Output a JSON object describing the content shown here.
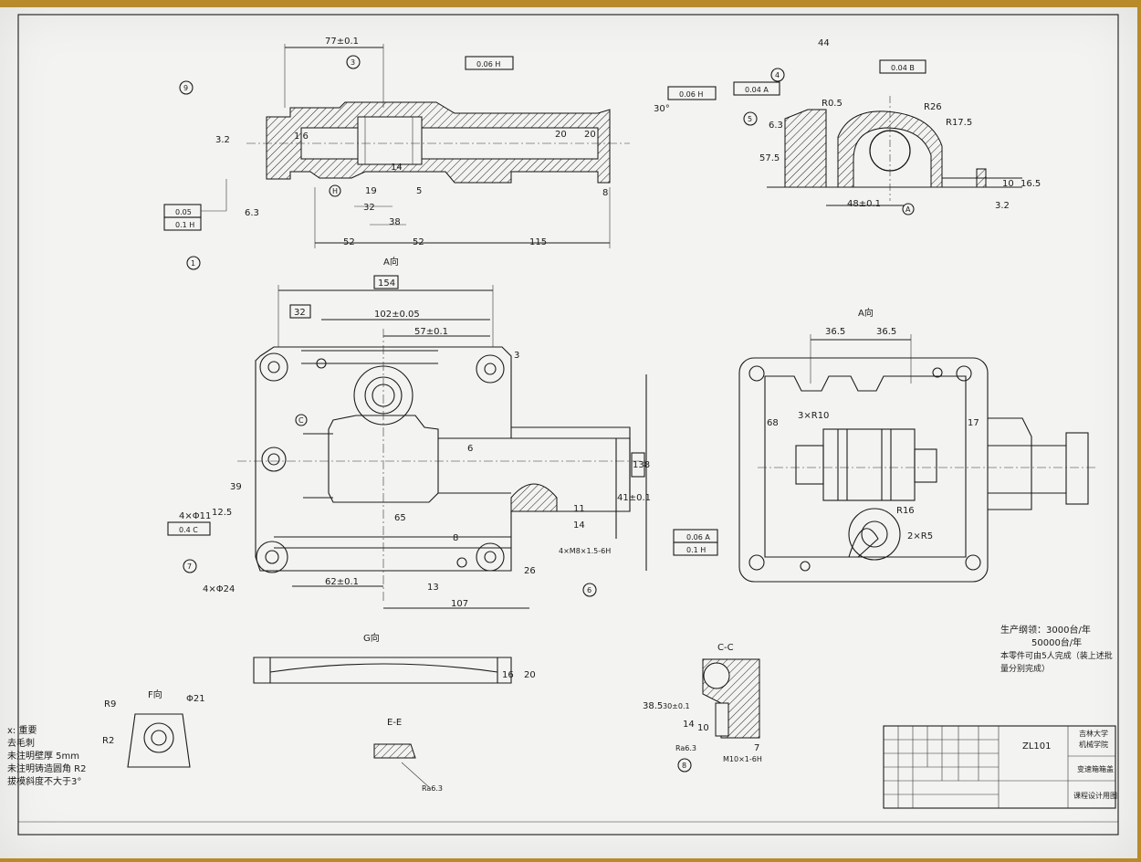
{
  "views": {
    "top_left_dims": [
      "77±0.1",
      "115",
      "52",
      "52",
      "32",
      "38",
      "19",
      "20",
      "20",
      "14",
      "5",
      "8",
      "30°",
      "3.2",
      "6.3",
      "1.6"
    ],
    "top_left_frames": {
      "gdt1": "0.06 H",
      "gdt2": "0.06 H",
      "flat": "0.05",
      "par": "0.1 H"
    },
    "top_right_dims": [
      "44",
      "R26",
      "R17.5",
      "R0.5",
      "48±0.1",
      "57.5",
      "16.5",
      "10",
      "3.2",
      "6.3"
    ],
    "top_right_frames": {
      "gdt1": "0.04 A",
      "gdt2": "0.04 B"
    },
    "main_label": "A向",
    "main_dims": [
      "154",
      "32",
      "102±0.05",
      "57±0.1",
      "3",
      "138",
      "41±0.1",
      "65",
      "39",
      "12.5",
      "62±0.1",
      "107",
      "13",
      "26",
      "8",
      "6",
      "11",
      "14",
      "4×M8×1.5-6H",
      "4×Φ11",
      "4×Φ24"
    ],
    "main_frames": {
      "pos": "0.4 C",
      "right1": "0.06 A",
      "right2": "0.1 H"
    },
    "right_label": "A向",
    "right_dims": [
      "36.5",
      "36.5",
      "68",
      "17",
      "3×R10",
      "R16",
      "2×R5"
    ],
    "gview_label": "G向",
    "gview_dims": [
      "16",
      "20"
    ],
    "fview_label": "F向",
    "fview_dims": [
      "R9",
      "R2",
      "Φ21"
    ],
    "ee_label": "E-E",
    "ee_dims": [
      "Ra6.3"
    ],
    "cc_label": "C-C",
    "cc_dims": [
      "38.5",
      "30±0.1",
      "14",
      "10",
      "7",
      "M10×1-6H",
      "Ra6.3"
    ],
    "callouts": [
      "9",
      "3",
      "1",
      "4",
      "5",
      "7",
      "6",
      "8",
      "H",
      "A",
      "C"
    ]
  },
  "production": {
    "line1": "生产纲领：3000台/年",
    "line2": "50000台/年",
    "line3": "本零件可由5人完成（装上述批",
    "line4": "量分别完成）"
  },
  "tech_notes": {
    "l1": "x: 重要",
    "l2": "去毛刺",
    "l3": "未注明壁厚 5mm",
    "l4": "未注明铸造圆角 R2",
    "l5": "拔模斜度不大于3°"
  },
  "title_block": {
    "code": "ZL101",
    "org1": "吉林大学",
    "org2": "机械学院",
    "part": "变速箱箱盖",
    "subtitle": "课程设计用图"
  }
}
